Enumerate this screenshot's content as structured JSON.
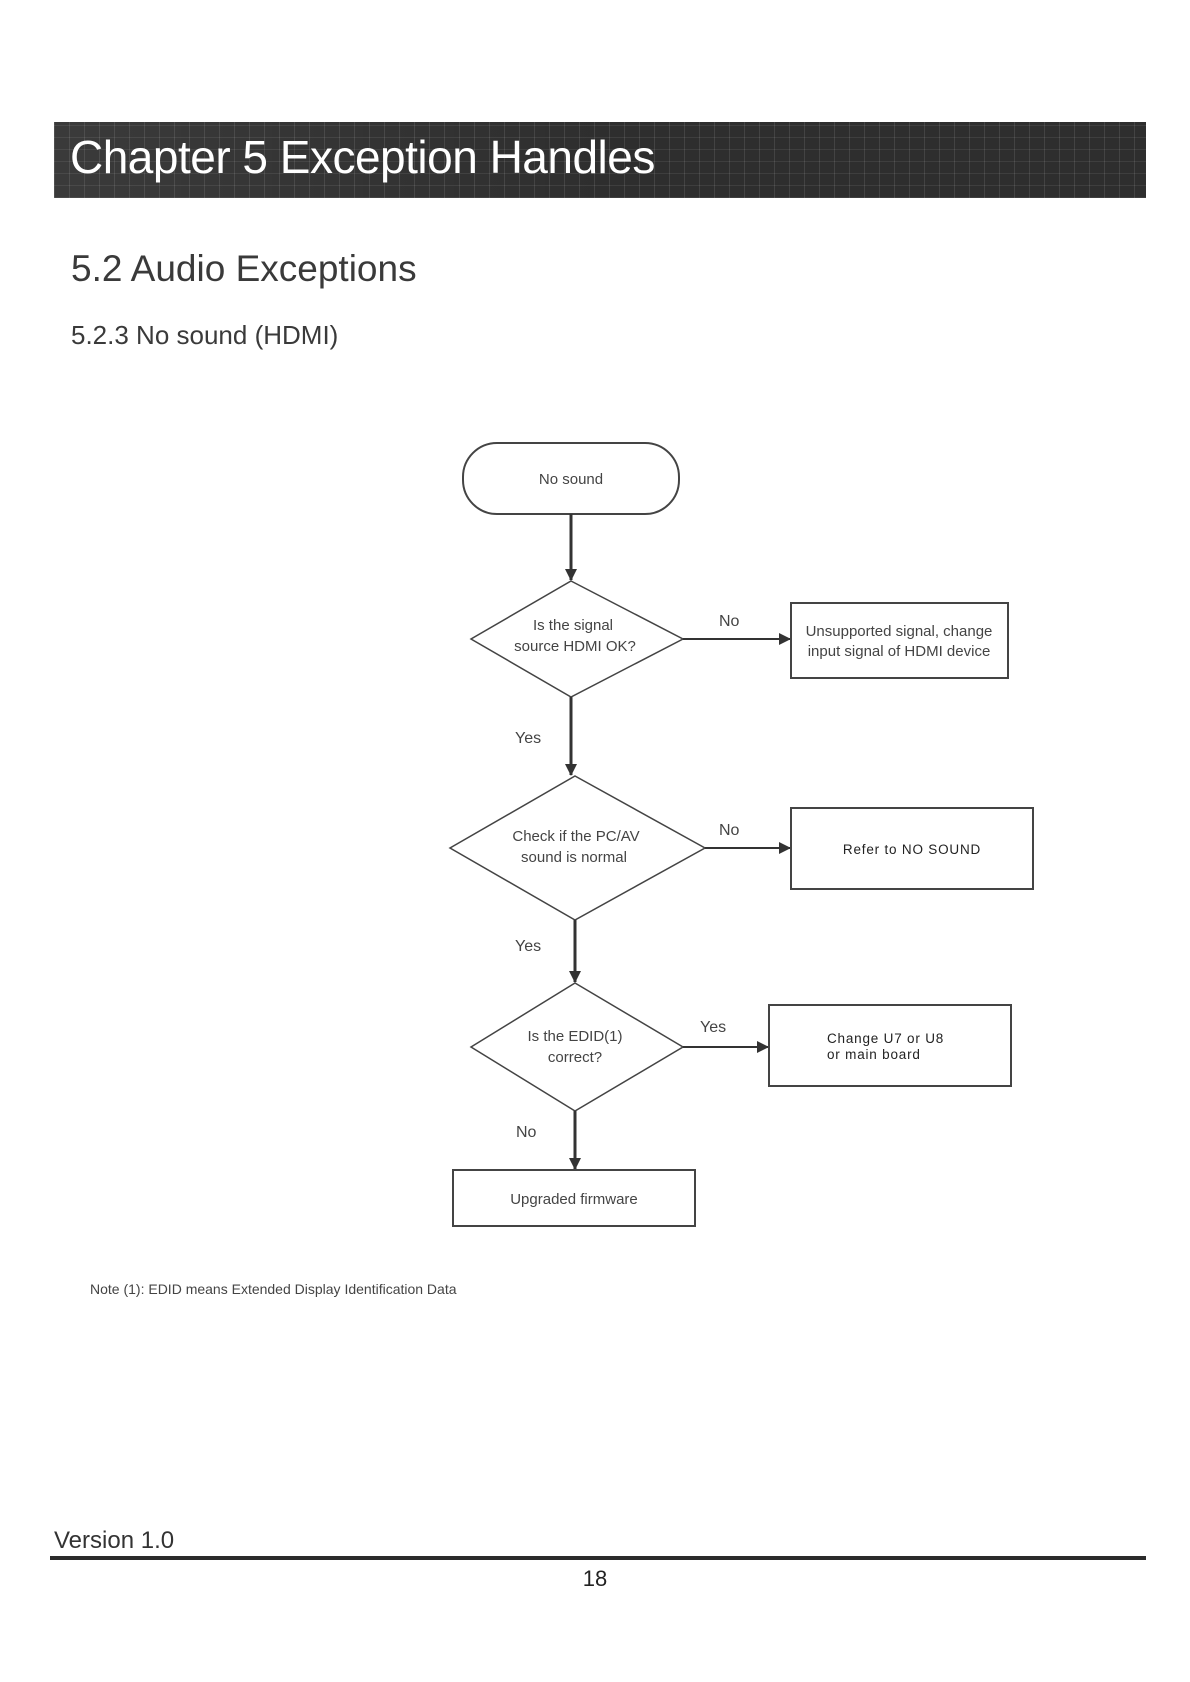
{
  "header": {
    "chapter_title": "Chapter 5 Exception Handles"
  },
  "section": {
    "title": "5.2 Audio Exceptions",
    "subsection_title": "5.2.3 No sound (HDMI)"
  },
  "flowchart": {
    "start": {
      "text": "No sound"
    },
    "decision1": {
      "line1": "Is the signal",
      "line2": "source HDMI OK?"
    },
    "result1": {
      "line1": "Unsupported signal, change",
      "line2": "input signal of HDMI device"
    },
    "decision2": {
      "line1": "Check if the PC/AV",
      "line2": "sound is normal"
    },
    "result2": {
      "text": "Refer to NO SOUND"
    },
    "decision3": {
      "line1": "Is the EDID(1)",
      "line2": "correct?"
    },
    "result3": {
      "line1": "Change U7 or U8",
      "line2": "or main board"
    },
    "end": {
      "text": "Upgraded firmware"
    },
    "edges": {
      "d1_no": "No",
      "d1_yes": "Yes",
      "d2_no": "No",
      "d2_yes": "Yes",
      "d3_yes": "Yes",
      "d3_no": "No"
    }
  },
  "note": "Note (1): EDID means Extended Display Identification Data",
  "footer": {
    "version": "Version 1.0",
    "page_number": "18"
  }
}
